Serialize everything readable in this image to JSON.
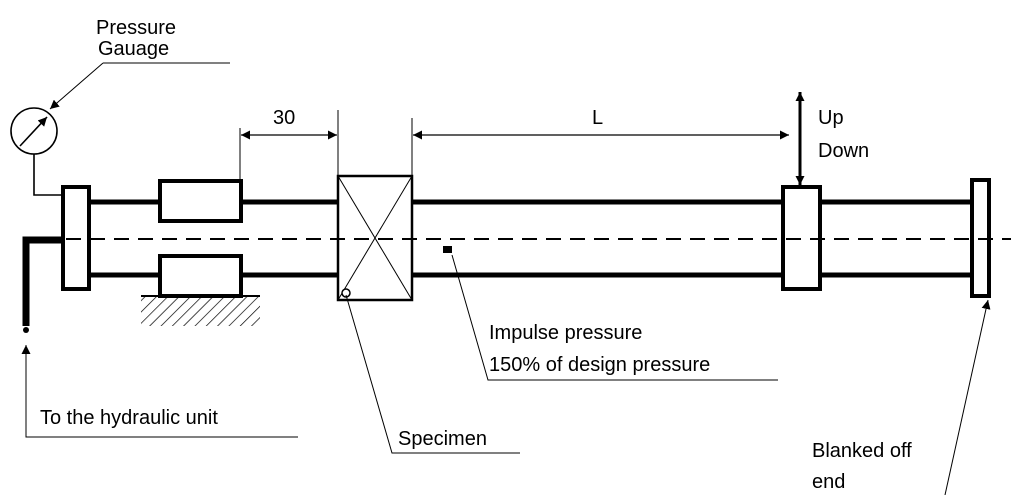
{
  "labels": {
    "pressure_gauge_line1": "Pressure",
    "pressure_gauge_line2": "Gauage",
    "dim_30": "30",
    "dim_L": "L",
    "up": "Up",
    "down": "Down",
    "impulse_line1": "Impulse pressure",
    "impulse_line2": "150% of design pressure",
    "hydraulic": "To the hydraulic unit",
    "specimen": "Specimen",
    "blanked_line1": "Blanked off",
    "blanked_line2": "end"
  },
  "colors": {
    "ink": "#000000",
    "background": "#ffffff"
  }
}
